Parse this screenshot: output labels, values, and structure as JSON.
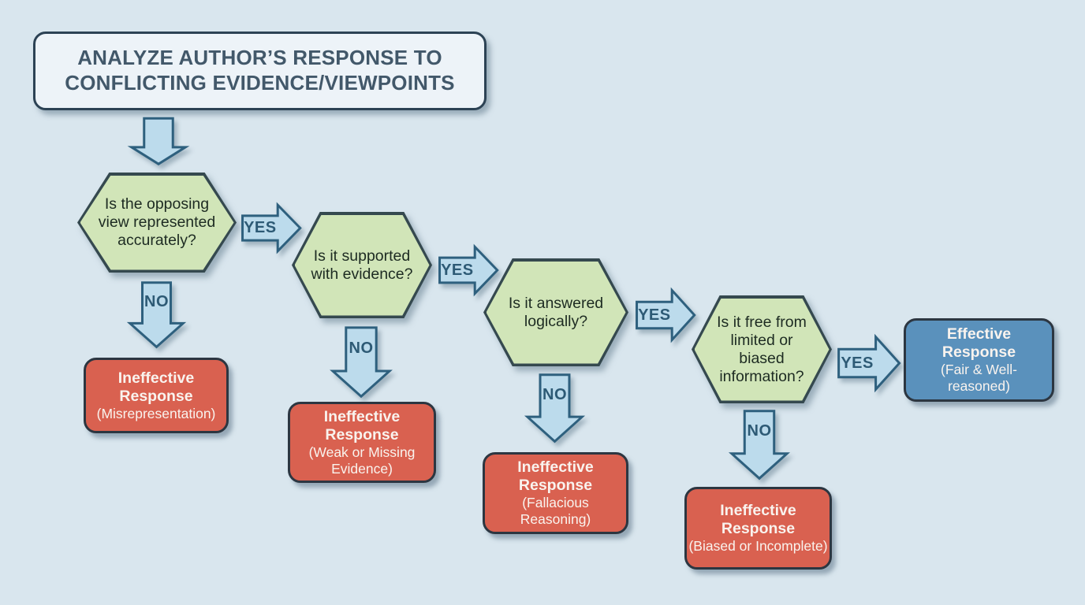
{
  "title": {
    "text": "ANALYZE AUTHOR’S RESPONSE TO CONFLICTING EVIDENCE/VIEWPOINTS"
  },
  "labels": {
    "yes": "YES",
    "no": "NO"
  },
  "questions": {
    "q1": "Is the opposing view represented accurately?",
    "q2": "Is it supported with evidence?",
    "q3": "Is it answered logically?",
    "q4": "Is it free from limited or biased information?"
  },
  "outcomes": {
    "misrepresentation": {
      "title": "Ineffective Response",
      "subtitle": "(Misrepresentation)"
    },
    "weak_evidence": {
      "title": "Ineffective Response",
      "subtitle": "(Weak or Missing Evidence)"
    },
    "fallacious": {
      "title": "Ineffective Response",
      "subtitle": "(Fallacious Reasoning)"
    },
    "biased": {
      "title": "Ineffective Response",
      "subtitle": "(Biased or Incomplete)"
    },
    "effective": {
      "title": "Effective Response",
      "subtitle": "(Fair & Well-reasoned)"
    }
  },
  "colors": {
    "background": "#d9e6ee",
    "title_fill": "#edf3f8",
    "question_fill": "#d1e5b8",
    "arrow_fill": "#bcdbec",
    "arrow_outline": "#2e607e",
    "negative_fill": "#d96150",
    "positive_fill": "#5a91bc",
    "dark_outline": "#2c3641",
    "label_text": "#2d5a75"
  }
}
